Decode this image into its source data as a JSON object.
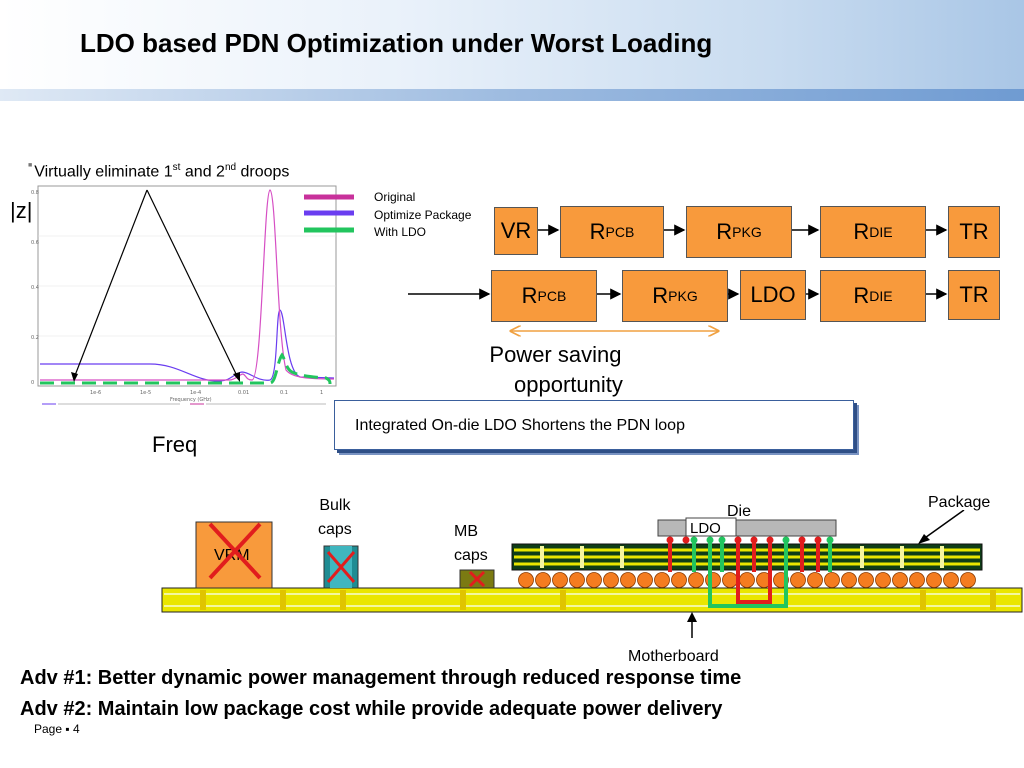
{
  "title": "LDO based PDN Optimization under Worst Loading",
  "bullet": {
    "prefix": "Virtually eliminate 1",
    "sup1": "st",
    "mid": " and 2",
    "sup2": "nd",
    "suffix": " droops"
  },
  "chart": {
    "y_label": "|z|",
    "x_label": "Freq",
    "legend": [
      {
        "label": "Original",
        "color": "#c8319b"
      },
      {
        "label": "Optimize Package",
        "color": "#6a3df0"
      },
      {
        "label": "With LDO",
        "color": "#22c55e"
      }
    ]
  },
  "chain_top": [
    {
      "main": "VR",
      "sub": ""
    },
    {
      "main": "R",
      "sub": "PCB"
    },
    {
      "main": "R",
      "sub": "PKG"
    },
    {
      "main": "R",
      "sub": "DIE"
    },
    {
      "main": "TR",
      "sub": ""
    }
  ],
  "chain_bottom": [
    {
      "main": "R",
      "sub": "PCB"
    },
    {
      "main": "R",
      "sub": "PKG"
    },
    {
      "main": "LDO",
      "sub": ""
    },
    {
      "main": "R",
      "sub": "DIE"
    },
    {
      "main": "TR",
      "sub": ""
    }
  ],
  "saving_line1": "Power saving",
  "saving_line2": "opportunity",
  "callout": "Integrated On-die LDO Shortens the PDN loop",
  "board": {
    "bulk_caps_line1": "Bulk",
    "bulk_caps_line2": "caps",
    "mb_caps_line1": "MB",
    "mb_caps_line2": "caps",
    "vrm": "VRM",
    "die": "Die",
    "ldo": "LDO",
    "package": "Package",
    "motherboard": "Motherboard"
  },
  "adv1": "Adv #1: Better dynamic power management through reduced response time",
  "adv2": "Adv #2: Maintain low package cost while provide adequate power delivery",
  "page_label": "Page ▪ 4",
  "colors": {
    "box_fill": "#f89a3c",
    "original": "#c8319b",
    "optimize": "#6a3df0",
    "ldo": "#22c55e"
  }
}
